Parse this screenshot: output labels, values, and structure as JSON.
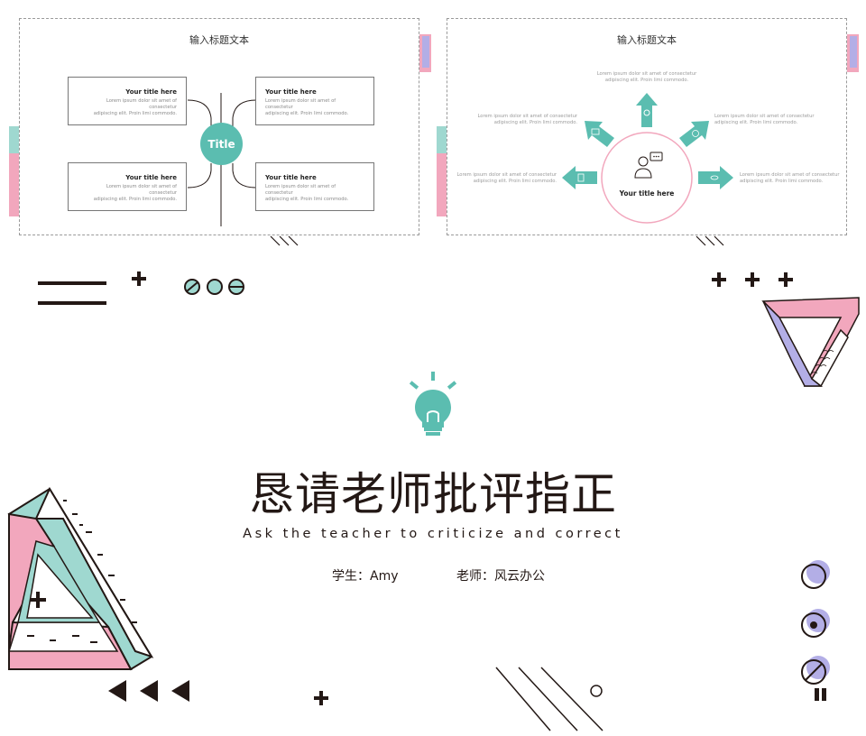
{
  "slide1": {
    "title": "输入标题文本",
    "center_label": "Title",
    "boxes": [
      {
        "title": "Your title here",
        "body1": "Lorem ipsum dolor sit amet of consectetur",
        "body2": "adipiscing elit. Proin  limi commodo."
      },
      {
        "title": "Your title here",
        "body1": "Lorem ipsum dolor sit amet of consectetur",
        "body2": "adipiscing elit. Proin  limi commodo."
      },
      {
        "title": "Your title here",
        "body1": "Lorem ipsum dolor sit amet of consectetur",
        "body2": "adipiscing elit. Proin  limi commodo."
      },
      {
        "title": "Your title here",
        "body1": "Lorem ipsum dolor sit amet of consectetur",
        "body2": "adipiscing elit. Proin  limi commodo."
      }
    ]
  },
  "slide2": {
    "title": "输入标题文本",
    "center_label": "Your title here",
    "texts": [
      {
        "line1": "Lorem ipsum dolor sit amet of consectetur",
        "line2": "adipiscing elit. Proin  limi commodo."
      },
      {
        "line1": "Lorem ipsum dolor sit amet of consectetur",
        "line2": "adipiscing elit. Proin  limi commodo."
      },
      {
        "line1": "Lorem ipsum dolor sit amet of consectetur",
        "line2": "adipiscing elit. Proin  limi commodo."
      },
      {
        "line1": "Lorem ipsum dolor sit amet of consectetur",
        "line2": "adipiscing elit. Proin  limi commodo."
      },
      {
        "line1": "Lorem ipsum dolor sit amet of consectetur",
        "line2": "adipiscing elit. Proin  limi commodo."
      }
    ]
  },
  "cover": {
    "title": "恳请老师批评指正",
    "subtitle": "Ask the teacher to criticize and correct",
    "student": "学生：Amy",
    "teacher": "老师：风云办公"
  },
  "colors": {
    "teal": "#5bbdb0",
    "pink": "#f2a7bd",
    "lavender": "#b3aee6",
    "dark": "#231815"
  }
}
